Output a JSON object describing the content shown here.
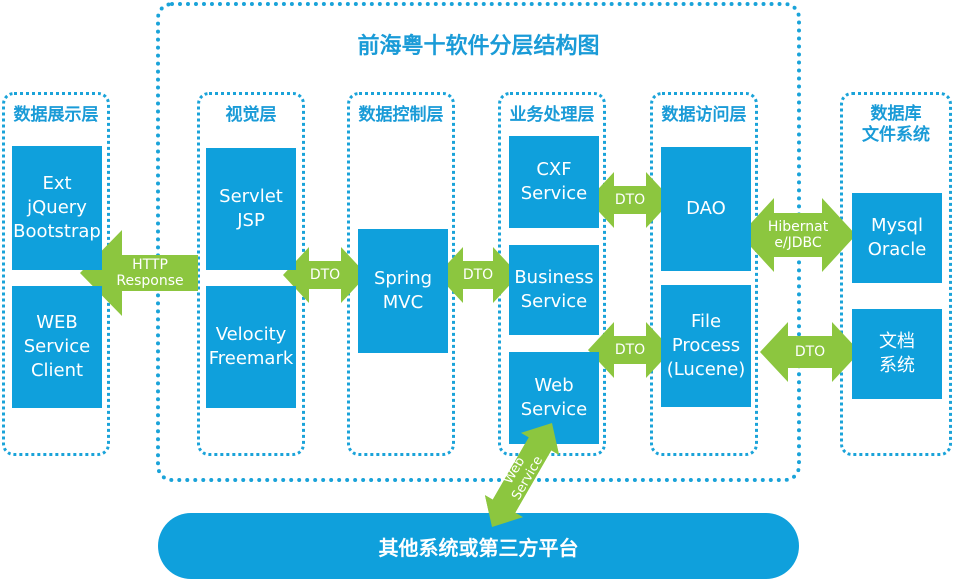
{
  "title": "前海粤十软件分层结构图",
  "layers": {
    "display": "数据展示层",
    "view": "视觉层",
    "control": "数据控制层",
    "business": "业务处理层",
    "access": "数据访问层",
    "storage": [
      "数据库",
      "文件系统"
    ]
  },
  "boxes": {
    "ext": [
      "Ext",
      "jQuery",
      "Bootstrap"
    ],
    "web_client": [
      "WEB",
      "Service",
      "Client"
    ],
    "servlet": [
      "Servlet",
      "JSP"
    ],
    "velocity": [
      "Velocity",
      "Freemark"
    ],
    "spring": [
      "Spring",
      "MVC"
    ],
    "cxf": [
      "CXF",
      "Service"
    ],
    "business_service": [
      "Business",
      "Service"
    ],
    "web_service": [
      "Web",
      "Service"
    ],
    "dao": [
      "DAO"
    ],
    "file_process": [
      "File",
      "Process",
      "(Lucene)"
    ],
    "mysql": [
      "Mysql",
      "Oracle"
    ],
    "doc_system": [
      "文档",
      "系统"
    ]
  },
  "arrows": {
    "http": [
      "HTTP",
      "Response"
    ],
    "dto": "DTO",
    "hibernate": [
      "Hibernat",
      "e/JDBC"
    ],
    "webservice": [
      "Web",
      "Service"
    ]
  },
  "platform": "其他系统或第三方平台",
  "colors": {
    "box": "#0fa0dc",
    "arrow": "#8cc63f",
    "title": "#1a9bd7",
    "border": "#1aa3d9"
  }
}
